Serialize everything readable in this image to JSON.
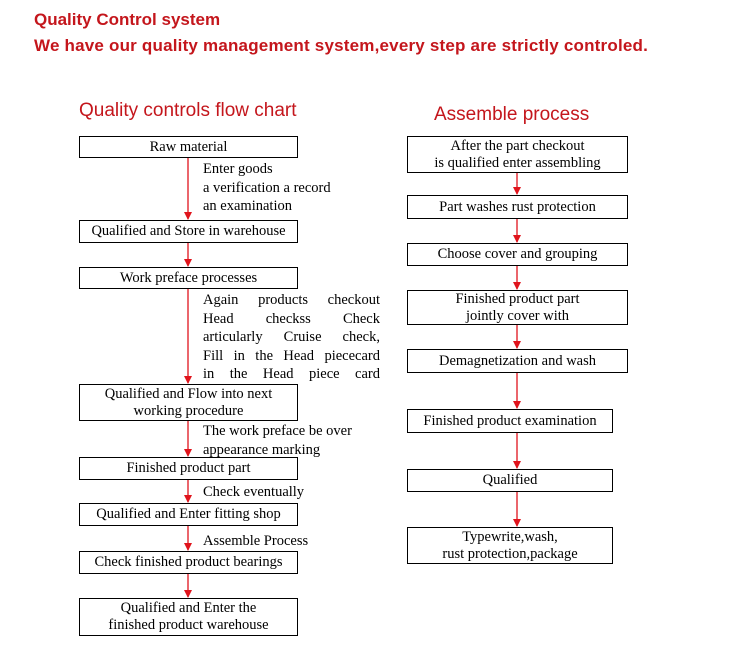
{
  "header": {
    "title": "Quality Control system",
    "subtitle": "We have our quality management system,every step are strictly controled."
  },
  "colors": {
    "accent": "#c4161c",
    "arrow": "#e0141c"
  },
  "left_chart": {
    "title": "Quality controls flow chart",
    "steps": [
      "Raw material",
      "Qualified and Store in warehouse",
      "Work preface processes",
      "Qualified and Flow into next\nworking procedure",
      "Finished product part",
      "Qualified and Enter fitting shop",
      "Check finished product bearings",
      "Qualified and Enter the\nfinished product warehouse"
    ],
    "notes": [
      "Enter goods\na verification a record\nan examination",
      "Again products checkout\nHead checkss Check\narticularly Cruise check,\nFill in the Head piececard\nin the Head piece card",
      "The work preface be over\nappearance marking",
      "Check eventually",
      "Assemble Process"
    ]
  },
  "right_chart": {
    "title": "Assemble process",
    "steps": [
      "After the part checkout\nis qualified enter assembling",
      "Part washes rust protection",
      "Choose cover and grouping",
      "Finished product part\njointly cover with",
      "Demagnetization and wash",
      "Finished product examination",
      "Qualified",
      "Typewrite,wash,\nrust protection,package"
    ]
  }
}
